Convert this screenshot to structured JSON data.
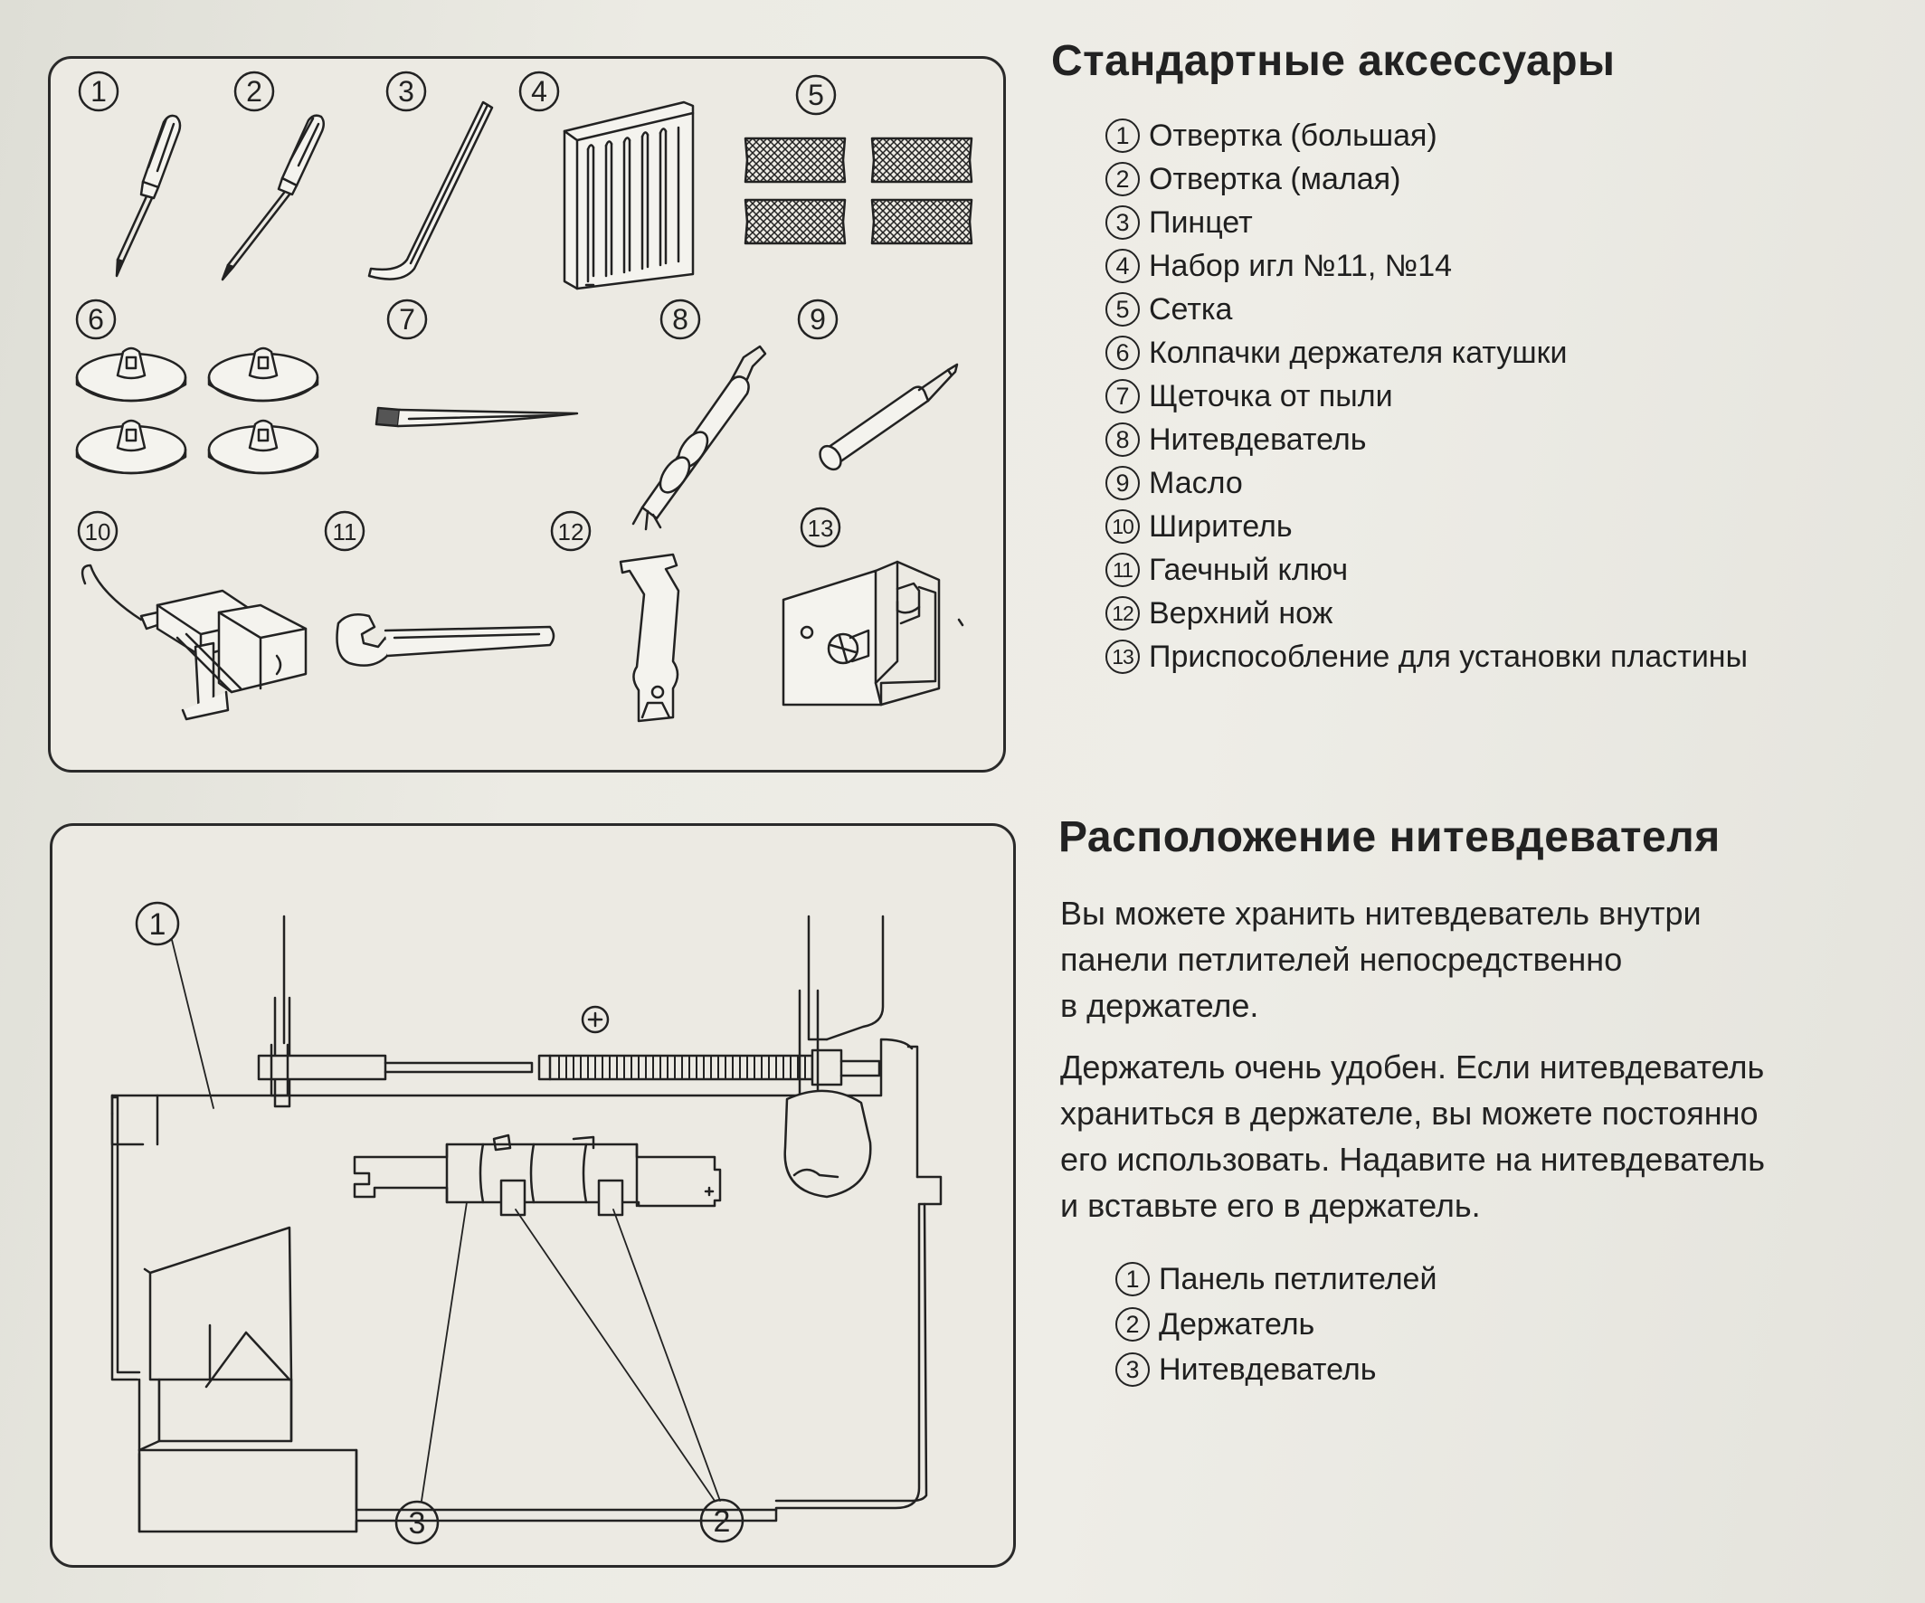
{
  "accessories": {
    "title": "Стандартные аксессуары",
    "items": [
      {
        "num": "1",
        "label": "Отвертка (большая)"
      },
      {
        "num": "2",
        "label": "Отвертка (малая)"
      },
      {
        "num": "3",
        "label": "Пинцет"
      },
      {
        "num": "4",
        "label": "Набор игл №11, №14"
      },
      {
        "num": "5",
        "label": "Сетка"
      },
      {
        "num": "6",
        "label": "Колпачки держателя катушки"
      },
      {
        "num": "7",
        "label": "Щеточка от пыли"
      },
      {
        "num": "8",
        "label": "Нитевдеватель"
      },
      {
        "num": "9",
        "label": "Масло"
      },
      {
        "num": "10",
        "label": "Ширитель"
      },
      {
        "num": "11",
        "label": "Гаечный ключ"
      },
      {
        "num": "12",
        "label": "Верхний нож"
      },
      {
        "num": "13",
        "label": "Приспособление для установки пластины"
      }
    ]
  },
  "threader": {
    "title": "Расположение нитевдевателя",
    "paragraph1": [
      "Вы можете хранить нитевдеватель  внутри",
      "панели петлителей непосредственно",
      "в держателе."
    ],
    "paragraph2": [
      "Держатель очень удобен. Если нитевдеватель",
      "храниться в держателе, вы можете постоянно",
      "его использовать. Надавите на нитевдеватель",
      "и вставьте его в держатель."
    ],
    "legend": [
      {
        "num": "1",
        "label": "Панель петлителей"
      },
      {
        "num": "2",
        "label": "Держатель"
      },
      {
        "num": "3",
        "label": "Нитевдеватель"
      }
    ]
  },
  "diagram_callouts": {
    "accessories": [
      "1",
      "2",
      "3",
      "4",
      "5",
      "6",
      "7",
      "8",
      "9",
      "10",
      "11",
      "12",
      "13"
    ],
    "threader": [
      "1",
      "3",
      "2"
    ]
  },
  "colors": {
    "paper": "#e9e8e1",
    "ink": "#222222",
    "illustration_fill": "#f4f3ee"
  }
}
